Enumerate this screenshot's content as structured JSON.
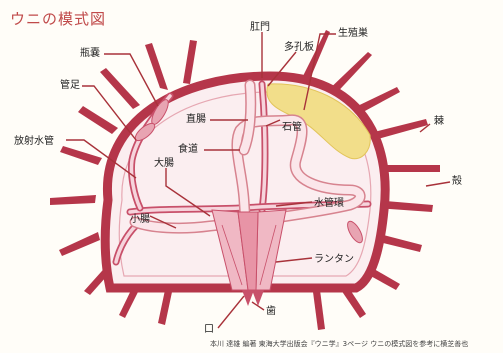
{
  "title": "ウニの模式図",
  "labels": {
    "anus": "肛門",
    "gonad": "生殖巣",
    "madreporite": "多孔板",
    "ampulla": "瓶嚢",
    "tube_foot": "管足",
    "rectum": "直腸",
    "stone_canal": "石管",
    "spine": "棘",
    "radial_canal": "放射水管",
    "esophagus": "食道",
    "test": "殻",
    "large_intestine": "大腸",
    "ring_canal": "水管環",
    "small_intestine": "小腸",
    "lantern": "ランタン",
    "tooth": "歯",
    "mouth": "口"
  },
  "credit": "本川 達雄 編著 東海大学出版会『ウニ学』3ページ ウニの模式図を参考に横芝善也",
  "colors": {
    "shell": "#b5364a",
    "gonad": "#f2de8a",
    "gut": "#d7838f",
    "water_vascular": "#c8506a",
    "background": "#fffdf8"
  }
}
